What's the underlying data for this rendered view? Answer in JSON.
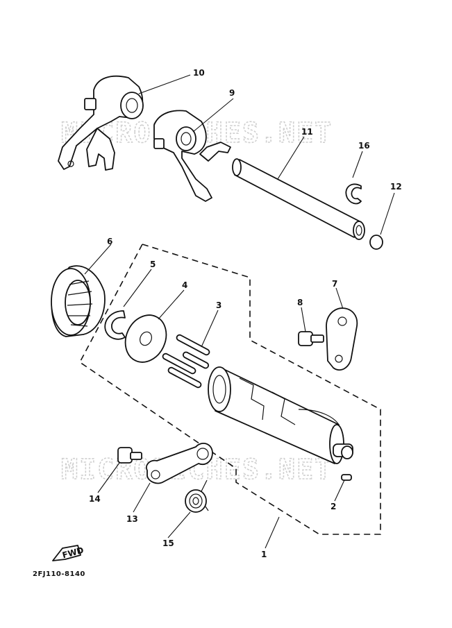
{
  "watermark": "MICROFICHES.NET",
  "diagram_code": "2FJ110-8140",
  "fwd_label": "FWD",
  "callouts": {
    "c1": "1",
    "c2": "2",
    "c3": "3",
    "c4": "4",
    "c5": "5",
    "c6": "6",
    "c7": "7",
    "c8": "8",
    "c9": "9",
    "c10": "10",
    "c11": "11",
    "c12": "12",
    "c13": "13",
    "c14": "14",
    "c15": "15",
    "c16": "16"
  }
}
